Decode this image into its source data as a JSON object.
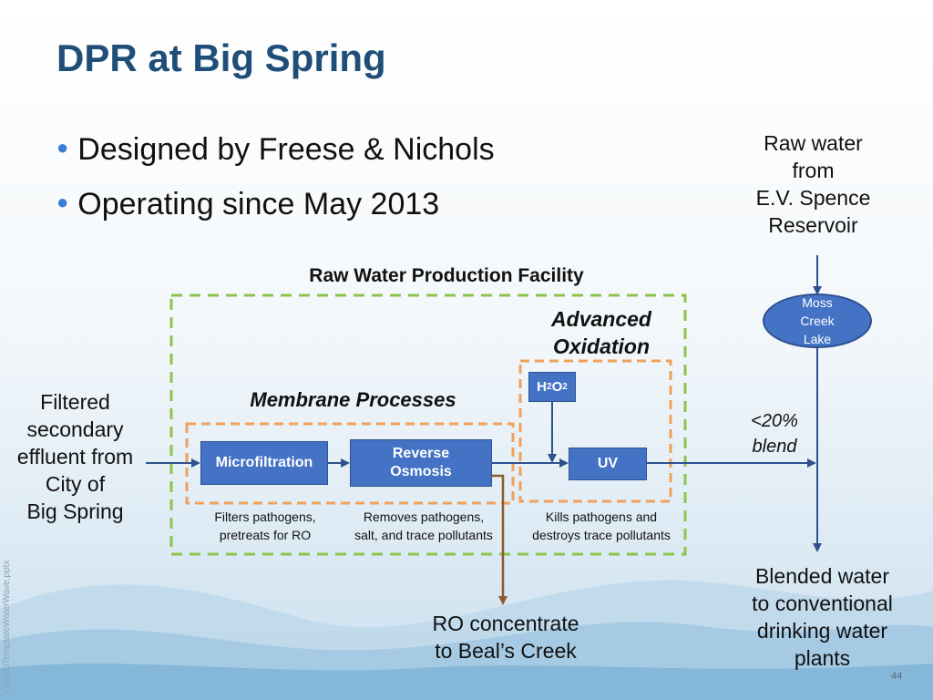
{
  "slide": {
    "title": "DPR at Big Spring",
    "bullets": [
      "Designed by Freese & Nichols",
      "Operating since May 2013"
    ],
    "page_number": "44",
    "side_note": "CarolloTemplateWaterWave.pptx"
  },
  "diagram": {
    "raw_water_source": [
      "Raw water",
      "from",
      "E.V. Spence",
      "Reservoir"
    ],
    "facility_label": "Raw Water Production Facility",
    "group_membrane": "Membrane Processes",
    "group_aop": [
      "Advanced",
      "Oxidation"
    ],
    "influent": [
      "Filtered",
      "secondary",
      "effluent from",
      "City of",
      "Big Spring"
    ],
    "boxes": {
      "microfiltration": "Microfiltration",
      "reverse_osmosis": [
        "Reverse",
        "Osmosis"
      ],
      "uv": "UV",
      "h2o2": {
        "h": "H",
        "sub1": "2",
        "o": "O",
        "sub2": "2"
      }
    },
    "lake": [
      "Moss",
      "Creek",
      "Lake"
    ],
    "blend": [
      "<20%",
      "blend"
    ],
    "captions": {
      "microfiltration": [
        "Filters pathogens,",
        "pretreats for RO"
      ],
      "reverse_osmosis": [
        "Removes pathogens,",
        "salt, and trace pollutants"
      ],
      "uv": [
        "Kills pathogens and",
        "destroys trace pollutants"
      ]
    },
    "ro_concentrate": [
      "RO concentrate",
      "to Beal’s Creek"
    ],
    "output": [
      "Blended water",
      "to conventional",
      "drinking water",
      "plants"
    ]
  }
}
